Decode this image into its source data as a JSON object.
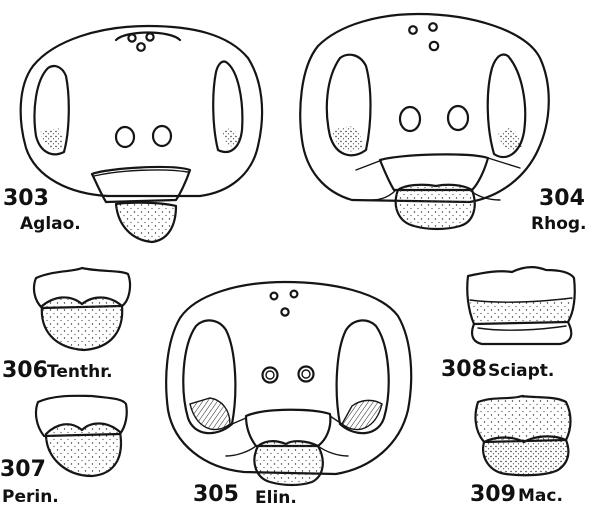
{
  "figures": [
    {
      "number": "303",
      "name": "Aglao."
    },
    {
      "number": "304",
      "name": "Rhog."
    },
    {
      "number": "305",
      "name": "Elin."
    },
    {
      "number": "306",
      "name": "Tenthr."
    },
    {
      "number": "307",
      "name": "Perin."
    },
    {
      "number": "308",
      "name": "Sciapt."
    },
    {
      "number": "309",
      "name": "Mac."
    }
  ]
}
